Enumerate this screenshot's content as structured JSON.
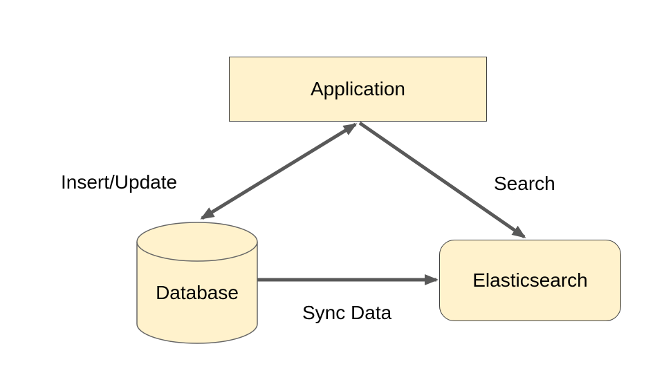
{
  "diagram": {
    "title": "Application-Database-Elasticsearch sync architecture",
    "nodes": [
      {
        "id": "application",
        "label": "Application",
        "shape": "rectangle"
      },
      {
        "id": "database",
        "label": "Database",
        "shape": "cylinder"
      },
      {
        "id": "elasticsearch",
        "label": "Elasticsearch",
        "shape": "rounded-rectangle"
      }
    ],
    "edges": [
      {
        "from": "application",
        "to": "database",
        "label": "Insert/Update",
        "direction": "bidirectional"
      },
      {
        "from": "application",
        "to": "elasticsearch",
        "label": "Search",
        "direction": "one-way"
      },
      {
        "from": "database",
        "to": "elasticsearch",
        "label": "Sync Data",
        "direction": "one-way"
      }
    ],
    "colors": {
      "node_fill": "#FFF2CC",
      "node_border": "#3F3F3F",
      "cylinder_border": "#666666",
      "arrow": "#595959",
      "label_text": "#000000",
      "background": "#FFFFFF"
    }
  }
}
